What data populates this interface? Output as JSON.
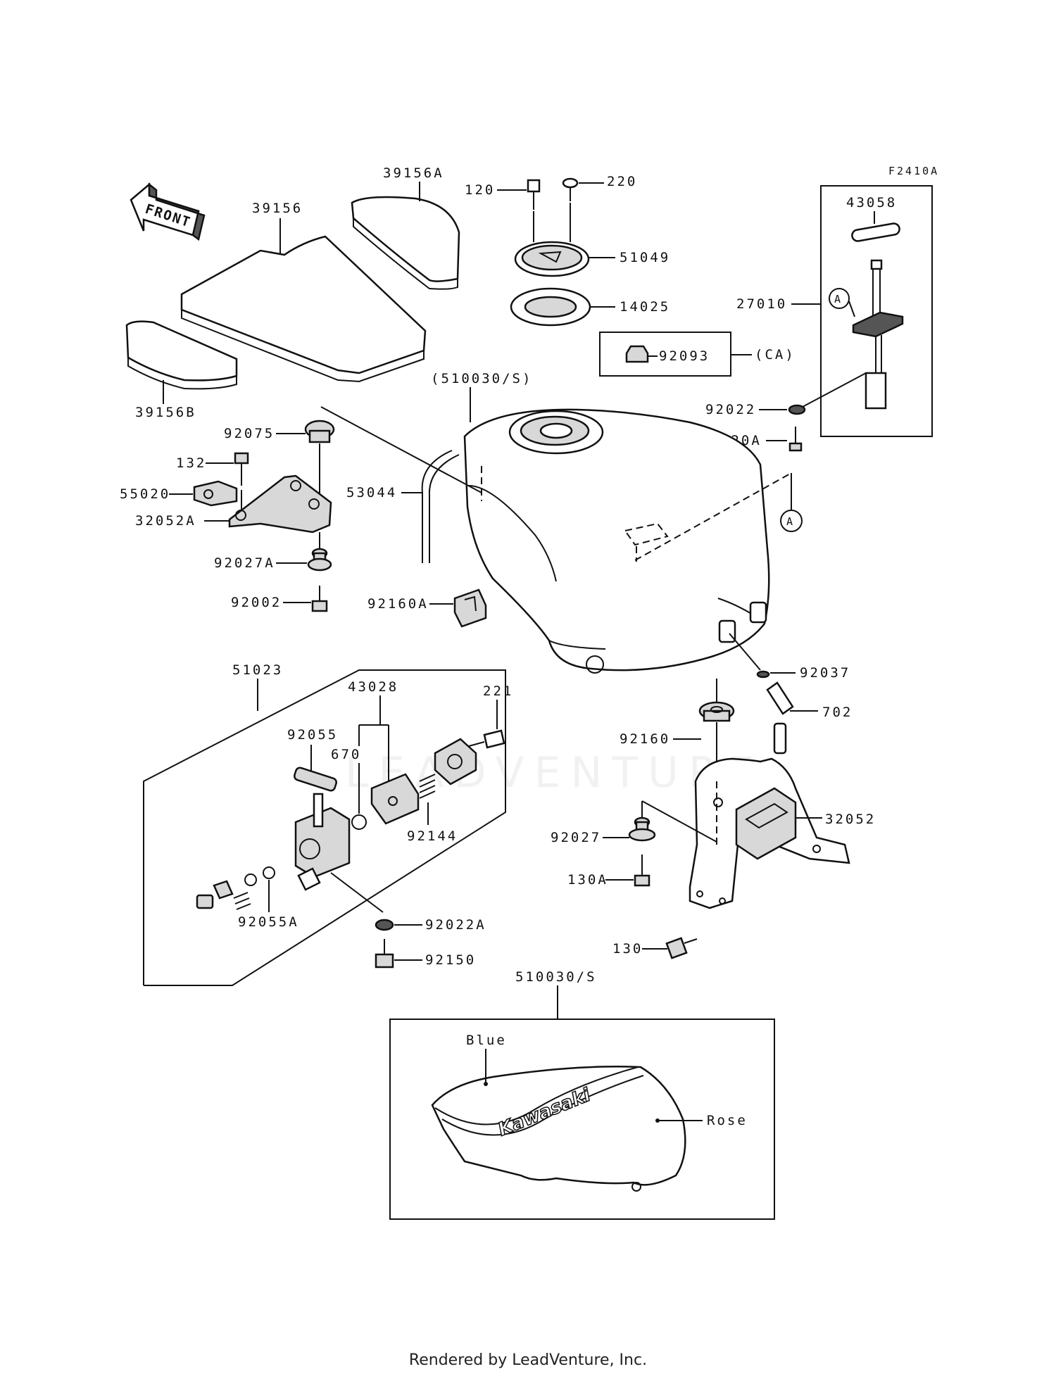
{
  "figure_code": "F2410A",
  "front_label": "FRONT",
  "watermark": "LEADVENTURE",
  "footer": "Rendered by LeadVenture, Inc.",
  "callouts": {
    "p39156A": "39156A",
    "p39156": "39156",
    "p39156B": "39156B",
    "p120": "120",
    "p220": "220",
    "p51049": "51049",
    "p14025": "14025",
    "p92093": "92093",
    "pCA": "(CA)",
    "p43058": "43058",
    "p27010": "27010",
    "circleA": "A",
    "p92022": "92022",
    "p220A": "220A",
    "p510030S_paren": "(510030/S)",
    "p92075": "92075",
    "p132": "132",
    "p55020": "55020",
    "p32052A": "32052A",
    "p53044": "53044",
    "p92027A": "92027A",
    "p92002": "92002",
    "p92160A": "92160A",
    "p92037": "92037",
    "p702": "702",
    "p51023": "51023",
    "p43028": "43028",
    "p221": "221",
    "p92055": "92055",
    "p670": "670",
    "p92144": "92144",
    "p92055A": "92055A",
    "p92022A": "92022A",
    "p92150": "92150",
    "p92160": "92160",
    "p32052": "32052",
    "p92027": "92027",
    "p130A": "130A",
    "p130": "130",
    "p510030S": "510030/S",
    "blue": "Blue",
    "rose": "Rose",
    "brand": "Kawasaki"
  }
}
